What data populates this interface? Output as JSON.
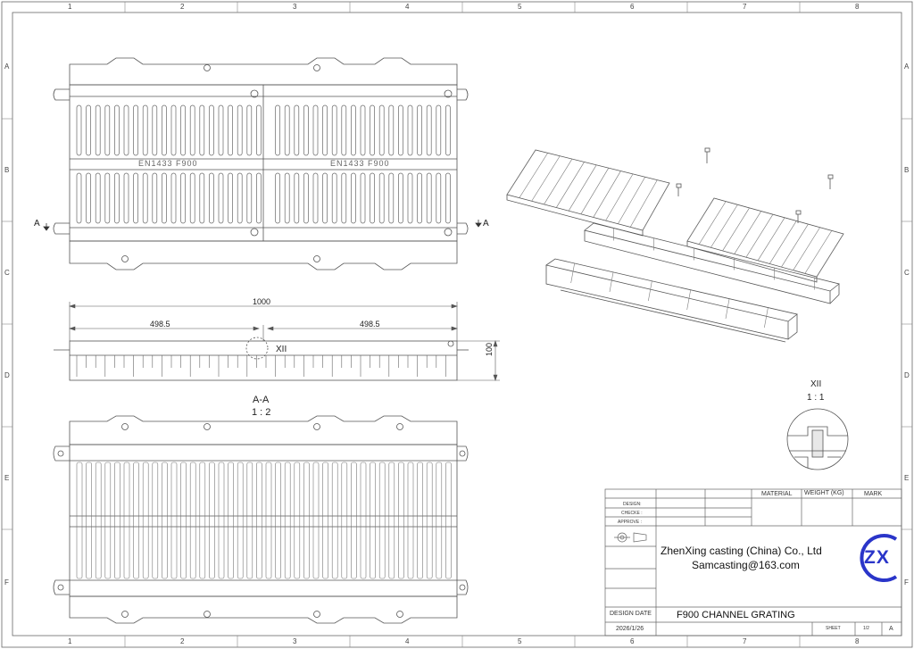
{
  "frame": {
    "col_labels": [
      "1",
      "2",
      "3",
      "4",
      "5",
      "6",
      "7",
      "8"
    ],
    "row_labels": [
      "A",
      "B",
      "C",
      "D",
      "E",
      "F"
    ]
  },
  "top_view": {
    "section_marker": "A",
    "casting_text_left": "EN1433 F900",
    "casting_text_right": "EN1433 F900"
  },
  "side_view": {
    "overall_dim": "1000",
    "half_dim_left": "498.5",
    "half_dim_right": "498.5",
    "height_dim": "100",
    "detail_marker": "XII"
  },
  "section_view": {
    "title": "A-A",
    "scale": "1 : 2"
  },
  "detail_view": {
    "title": "XII",
    "scale": "1 : 1"
  },
  "title_block": {
    "material_header": "MATERIAL",
    "weight_header": "WEIGHT (KG)",
    "mark_header": "MARK",
    "design_label": "DESIGN:",
    "check_label": "CHECKE :",
    "approve_label": "APPROVE :",
    "company": "ZhenXing casting (China) Co., Ltd",
    "email": "Samcasting@163.com",
    "logo_text": "ZX",
    "design_date_label": "DESIGN DATE",
    "design_date": "2026/1/26",
    "drawing_title": "F900 CHANNEL GRATING",
    "sheet_label": "SHEET",
    "sheet_value": "1/2",
    "revision": "A"
  },
  "colors": {
    "line": "#555555",
    "logo": "#2a35c9"
  }
}
